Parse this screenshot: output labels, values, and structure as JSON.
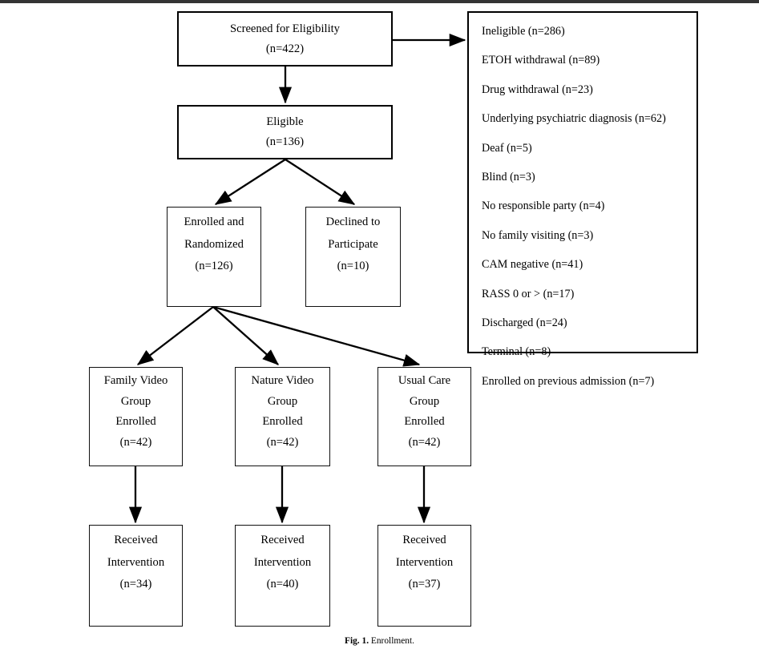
{
  "figure": {
    "caption_label": "Fig. 1.",
    "caption_text": "Enrollment."
  },
  "nodes": {
    "screened": {
      "line1": "Screened for Eligibility",
      "line2": "(n=422)"
    },
    "eligible": {
      "line1": "Eligible",
      "line2": "(n=136)"
    },
    "enrolled_randomized": {
      "line1": "Enrolled and",
      "line2": "Randomized",
      "line3": "(n=126)"
    },
    "declined": {
      "line1": "Declined to",
      "line2": "Participate",
      "line3": "(n=10)"
    },
    "family_video": {
      "line1": "Family Video",
      "line2": "Group",
      "line3": "Enrolled",
      "line4": "(n=42)"
    },
    "nature_video": {
      "line1": "Nature Video",
      "line2": "Group",
      "line3": "Enrolled",
      "line4": "(n=42)"
    },
    "usual_care": {
      "line1": "Usual Care",
      "line2": "Group",
      "line3": "Enrolled",
      "line4": "(n=42)"
    },
    "received_family": {
      "line1": "Received",
      "line2": "Intervention",
      "line3": "(n=34)"
    },
    "received_nature": {
      "line1": "Received",
      "line2": "Intervention",
      "line3": "(n=40)"
    },
    "received_usual": {
      "line1": "Received",
      "line2": "Intervention",
      "line3": "(n=37)"
    }
  },
  "exclusions": {
    "items": [
      "Ineligible (n=286)",
      "ETOH withdrawal (n=89)",
      "Drug withdrawal (n=23)",
      "Underlying psychiatric diagnosis (n=62)",
      "Deaf (n=5)",
      "Blind (n=3)",
      "No responsible party (n=4)",
      "No family visiting (n=3)",
      "CAM negative (n=41)",
      "RASS 0 or > (n=17)",
      "Discharged (n=24)",
      "Terminal (n=8)",
      "Enrolled on previous admission (n=7)"
    ]
  },
  "chart_data": {
    "type": "diagram",
    "title": "Enrollment",
    "diagram_kind": "CONSORT participant flow",
    "flow": [
      {
        "id": "screened",
        "label": "Screened for Eligibility",
        "n": 422
      },
      {
        "id": "eligible",
        "label": "Eligible",
        "n": 136
      },
      {
        "id": "enrolled_randomized",
        "label": "Enrolled and Randomized",
        "n": 126
      },
      {
        "id": "declined",
        "label": "Declined to Participate",
        "n": 10
      },
      {
        "id": "family_video",
        "label": "Family Video Group Enrolled",
        "n": 42
      },
      {
        "id": "nature_video",
        "label": "Nature Video Group Enrolled",
        "n": 42
      },
      {
        "id": "usual_care",
        "label": "Usual Care Group Enrolled",
        "n": 42
      },
      {
        "id": "received_family",
        "label": "Received Intervention",
        "n": 34
      },
      {
        "id": "received_nature",
        "label": "Received Intervention",
        "n": 40
      },
      {
        "id": "received_usual",
        "label": "Received Intervention",
        "n": 37
      }
    ],
    "edges": [
      [
        "screened",
        "eligible"
      ],
      [
        "screened",
        "exclusions"
      ],
      [
        "eligible",
        "enrolled_randomized"
      ],
      [
        "eligible",
        "declined"
      ],
      [
        "enrolled_randomized",
        "family_video"
      ],
      [
        "enrolled_randomized",
        "nature_video"
      ],
      [
        "enrolled_randomized",
        "usual_care"
      ],
      [
        "family_video",
        "received_family"
      ],
      [
        "nature_video",
        "received_nature"
      ],
      [
        "usual_care",
        "received_usual"
      ]
    ],
    "excluded": [
      {
        "reason": "Ineligible",
        "n": 286
      },
      {
        "reason": "ETOH withdrawal",
        "n": 89
      },
      {
        "reason": "Drug withdrawal",
        "n": 23
      },
      {
        "reason": "Underlying psychiatric diagnosis",
        "n": 62
      },
      {
        "reason": "Deaf",
        "n": 5
      },
      {
        "reason": "Blind",
        "n": 3
      },
      {
        "reason": "No responsible party",
        "n": 4
      },
      {
        "reason": "No family visiting",
        "n": 3
      },
      {
        "reason": "CAM negative",
        "n": 41
      },
      {
        "reason": "RASS 0 or >",
        "n": 17
      },
      {
        "reason": "Discharged",
        "n": 24
      },
      {
        "reason": "Terminal",
        "n": 8
      },
      {
        "reason": "Enrolled on previous admission",
        "n": 7
      }
    ]
  }
}
